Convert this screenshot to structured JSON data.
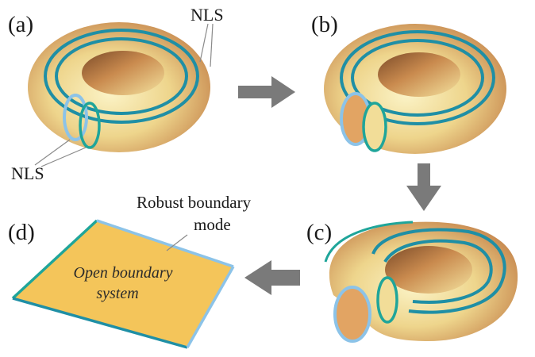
{
  "figure": {
    "panels": [
      {
        "letter": "(a)",
        "name": "panel-a"
      },
      {
        "letter": "(b)",
        "name": "panel-b"
      },
      {
        "letter": "(c)",
        "name": "panel-c"
      },
      {
        "letter": "(d)",
        "name": "panel-d"
      }
    ],
    "labels": {
      "nls_top": "NLS",
      "nls_bottom": "NLS",
      "robust_line1": "Robust boundary",
      "robust_line2": "mode",
      "open_line1": "Open boundary",
      "open_line2": "system"
    },
    "colors": {
      "surface_light": "#f6e9a6",
      "surface_mid": "#e8c277",
      "surface_dark": "#b97c4b",
      "nls_teal": "#1f8fa5",
      "nls_light_blue": "#8cc3e8",
      "square_fill": "#f4c55a",
      "arrow": "#7a7a7a"
    }
  }
}
